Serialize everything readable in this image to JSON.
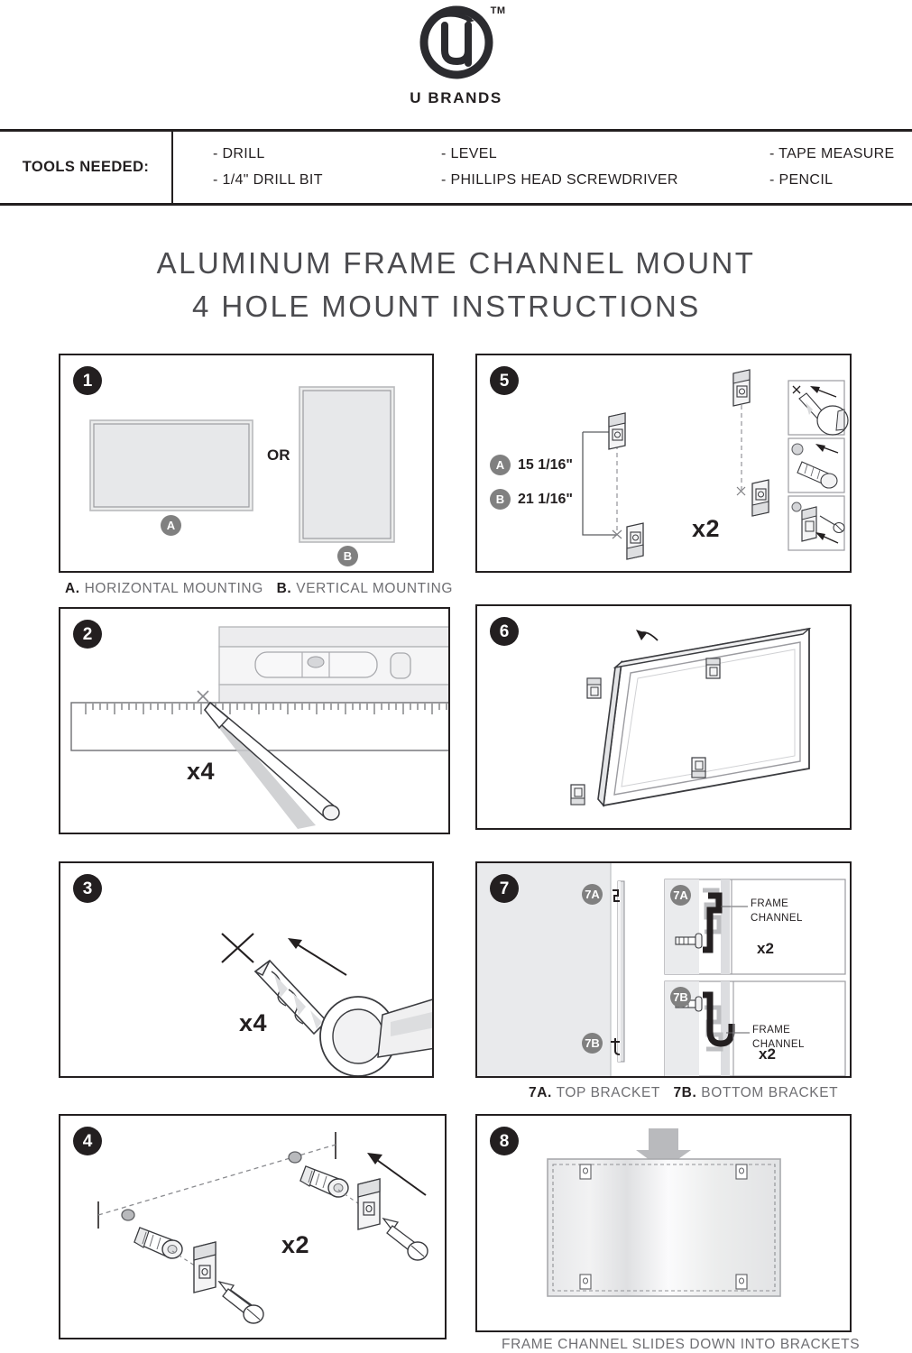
{
  "brand": {
    "name": "U BRANDS",
    "trademark": "TM",
    "logo_icon": "u-brands-circle-logo"
  },
  "tools": {
    "label": "TOOLS NEEDED:",
    "columns": [
      [
        "- DRILL",
        "- 1/4\" DRILL BIT"
      ],
      [
        "- LEVEL",
        "- PHILLIPS HEAD SCREWDRIVER"
      ],
      [
        "- TAPE MEASURE",
        "- PENCIL"
      ]
    ]
  },
  "title": {
    "line1": "ALUMINUM FRAME CHANNEL MOUNT",
    "line2": "4 HOLE MOUNT INSTRUCTIONS"
  },
  "steps": {
    "s1": {
      "number": "1",
      "or_label": "OR",
      "option_a": "A",
      "option_b": "B",
      "caption_a_bold": "A.",
      "caption_a_text": "HORIZONTAL MOUNTING",
      "caption_b_bold": "B.",
      "caption_b_text": "VERTICAL MOUNTING"
    },
    "s2": {
      "number": "2",
      "qty": "x4"
    },
    "s3": {
      "number": "3",
      "qty": "x4"
    },
    "s4": {
      "number": "4",
      "qty": "x2"
    },
    "s5": {
      "number": "5",
      "qty": "x2",
      "measure_a_badge": "A",
      "measure_a_value": "15 1/16\"",
      "measure_b_badge": "B",
      "measure_b_value": "21 1/16\""
    },
    "s6": {
      "number": "6"
    },
    "s7": {
      "number": "7",
      "marker_top": "7A",
      "marker_bottom": "7B",
      "detail_a_badge": "7A",
      "detail_a_label_line1": "FRAME",
      "detail_a_label_line2": "CHANNEL",
      "detail_a_qty": "x2",
      "detail_b_badge": "7B",
      "detail_b_label_line1": "FRAME",
      "detail_b_label_line2": "CHANNEL",
      "detail_b_qty": "x2",
      "caption_a_bold": "7A.",
      "caption_a_text": "TOP BRACKET",
      "caption_b_bold": "7B.",
      "caption_b_text": "BOTTOM BRACKET"
    },
    "s8": {
      "number": "8",
      "caption": "FRAME CHANNEL SLIDES DOWN INTO BRACKETS"
    }
  },
  "colors": {
    "ink": "#231f20",
    "caption_gray": "#6f6f73",
    "badge_gray": "#808080",
    "board_fill": "#e9eaec",
    "line_gray": "#9b9ba0"
  }
}
